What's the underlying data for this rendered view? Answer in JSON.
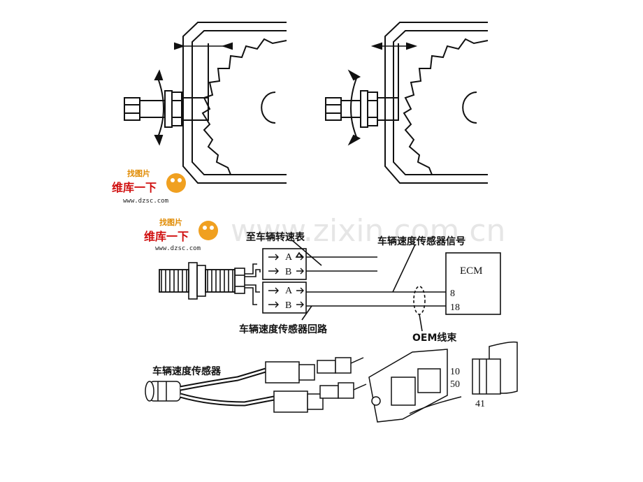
{
  "watermark": {
    "text": "www.zixin.com.cn"
  },
  "logos": [
    {
      "tag": "找图片",
      "name": "维库一下",
      "url": "www.dzsc.com"
    },
    {
      "tag": "找图片",
      "name": "维库一下",
      "url": "www.dzsc.com"
    }
  ],
  "labels": {
    "to_speedometer": "至车辆转速表",
    "signal": "车辆速度传感器信号",
    "ecm": "ECM",
    "pin_8": "8",
    "pin_18": "18",
    "return": "车辆速度传感器回路",
    "harness": "OEM线束",
    "sensor": "车辆速度传感器",
    "pin_10": "10",
    "pin_50": "50",
    "pin_41": "41"
  },
  "connector_pins": [
    "A",
    "B",
    "A",
    "B"
  ],
  "colors": {
    "line": "#111111",
    "logo_red": "#d01010",
    "logo_orange": "#f0a020"
  }
}
